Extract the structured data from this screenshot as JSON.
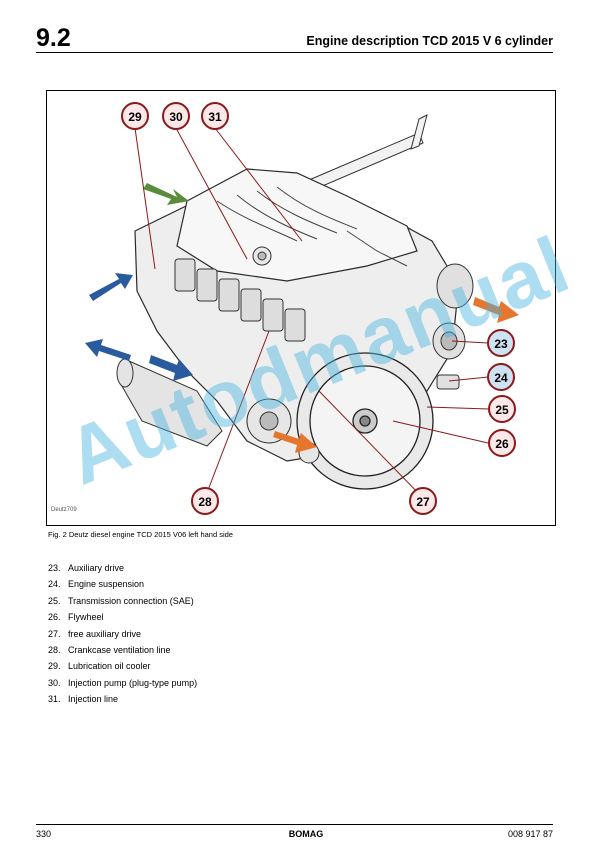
{
  "header": {
    "section_number": "9.2",
    "title": "Engine description TCD 2015 V 6 cylinder"
  },
  "figure": {
    "callouts": [
      "29",
      "30",
      "31",
      "23",
      "24",
      "25",
      "26",
      "27",
      "28"
    ],
    "image_code": "Deutz709",
    "caption": "Fig. 2 Deutz diesel engine TCD 2015 V06 left hand side",
    "colors": {
      "flow_blue": "#2a5b9e",
      "flow_green": "#5b8c3c",
      "flow_orange": "#e6762e",
      "callout_fill": "#fce8e8",
      "callout_fill_highlight": "#cde3f4",
      "callout_stroke": "#8b1a1a"
    }
  },
  "legend": [
    {
      "num": "23.",
      "text": "Auxiliary drive"
    },
    {
      "num": "24.",
      "text": "Engine suspension"
    },
    {
      "num": "25.",
      "text": "Transmission connection (SAE)"
    },
    {
      "num": "26.",
      "text": "Flywheel"
    },
    {
      "num": "27.",
      "text": "free auxiliary drive"
    },
    {
      "num": "28.",
      "text": "Crankcase ventilation line"
    },
    {
      "num": "29.",
      "text": "Lubrication oil cooler"
    },
    {
      "num": "30.",
      "text": "Injection pump (plug-type pump)"
    },
    {
      "num": "31.",
      "text": "Injection line"
    }
  ],
  "watermark": "Autodmanual",
  "footer": {
    "page": "330",
    "brand": "BOMAG",
    "doc_number": "008 917 87"
  }
}
